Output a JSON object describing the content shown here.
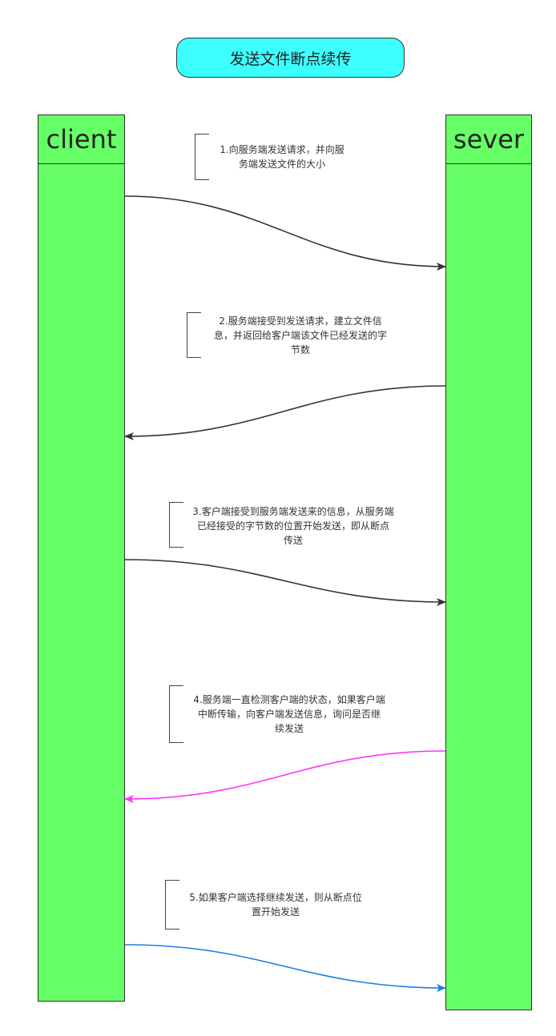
{
  "title": "发送文件断点续传",
  "lanes": {
    "client": "client",
    "server": "sever"
  },
  "notes": [
    {
      "lines": [
        "1.向服务端发送请求，并向服",
        "务端发送文件的大小"
      ]
    },
    {
      "lines": [
        "2.服务端接受到发送请求，建立文件信",
        "息，并返回给客户端该文件已经发送的字",
        "节数"
      ]
    },
    {
      "lines": [
        "3.客户端接受到服务端发送来的信息，从服务端",
        "已经接受的字节数的位置开始发送，即从断点",
        "传送"
      ]
    },
    {
      "lines": [
        "4.服务端一直检测客户端的状态，如果客户端",
        "中断传输，向客户端发送信息，询问是否继",
        "续发送"
      ]
    },
    {
      "lines": [
        "5.如果客户端选择继续发送，则从断点位",
        "置开始发送"
      ]
    }
  ],
  "colors": {
    "title_fill": "#3cffff",
    "lane_fill": "#66ff66",
    "arrow_default": "#333333",
    "arrow_step4": "#ff33ff",
    "arrow_step5": "#1a7fe6"
  }
}
